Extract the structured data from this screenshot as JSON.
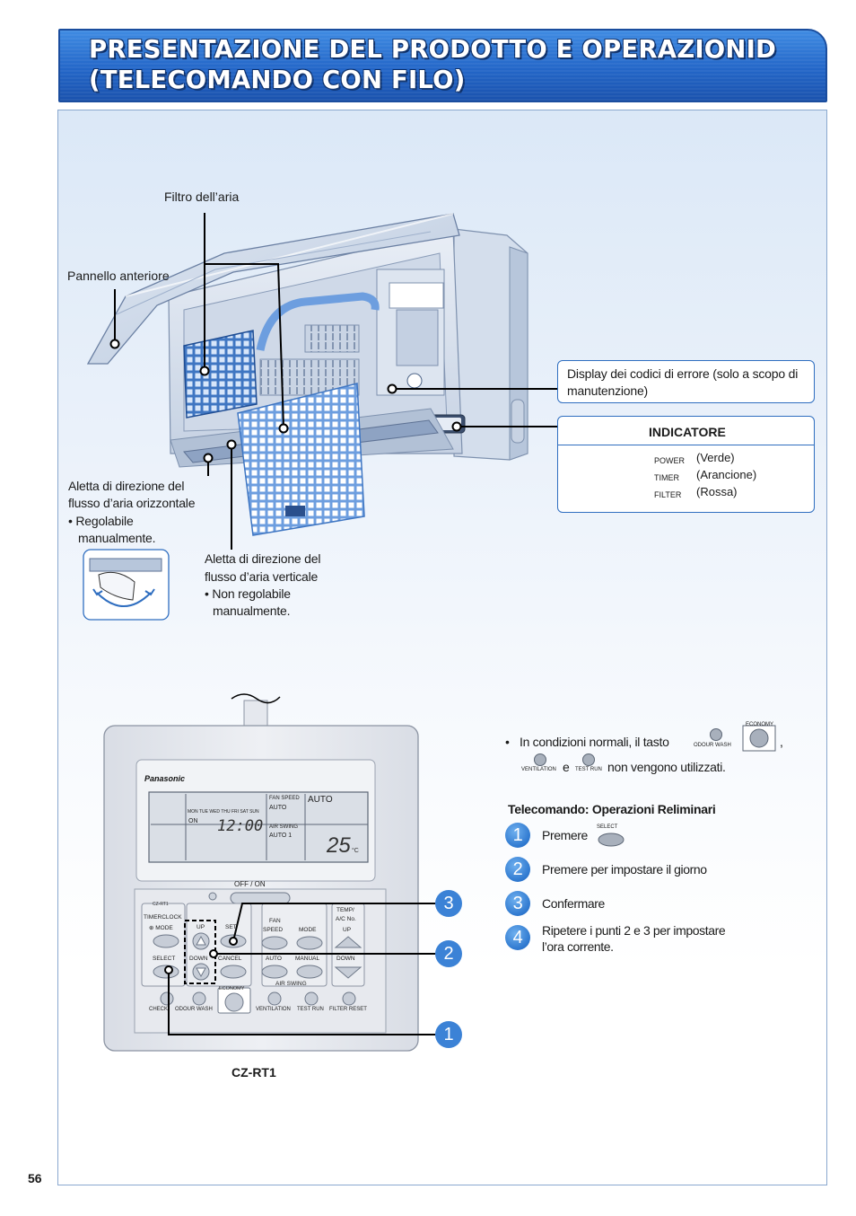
{
  "header": {
    "title_line1": "PRESENTAZIONE DEL PRODOTTO E OPERAZIONID",
    "title_line2": "(TELECOMANDO CON FILO)"
  },
  "unit_labels": {
    "filtro": "Filtro dell’aria",
    "pannello": "Pannello anteriore",
    "aletta_oriz_1": "Aletta di direzione del",
    "aletta_oriz_2": "flusso d’aria orizzontale",
    "aletta_oriz_3": "•  Regolabile",
    "aletta_oriz_4": "manualmente.",
    "aletta_vert_1": "Aletta di direzione del",
    "aletta_vert_2": "flusso d’aria verticale",
    "aletta_vert_3": "• Non regolabile",
    "aletta_vert_4": "manualmente."
  },
  "error_display": {
    "line1": "Display dei codici di errore (solo a scopo di",
    "line2": "manutenzione)"
  },
  "indicator": {
    "title": "INDICATORE",
    "rows": [
      {
        "name": "POWER",
        "color_label": "(Verde)"
      },
      {
        "name": "TIMER",
        "color_label": "(Arancione)"
      },
      {
        "name": "FILTER",
        "color_label": "(Rossa)"
      }
    ]
  },
  "remote": {
    "brand": "Panasonic",
    "model_corner": "CZ-RT1",
    "model_caption": "CZ-RT1",
    "lcd": {
      "days": "MON TUE WED THU  FRI  SAT  SUN",
      "on": "ON",
      "clock": "12:00",
      "fan_speed": "FAN SPEED",
      "fan_auto": "AUTO",
      "mode_auto": "AUTO",
      "air_swing": "AIR SWING",
      "air_swing_val": "AUTO 1",
      "temp": "25",
      "temp_unit": "°C"
    },
    "buttons": {
      "offon": "OFF / ON",
      "timerclock": "TIMERCLOCK",
      "mode_small": "⊕ MODE",
      "select": "SELECT",
      "up": "UP",
      "down": "DOWN",
      "set": "SET",
      "cancel": "CANCEL",
      "fan_speed_1": "FAN",
      "fan_speed_2": "SPEED",
      "mode": "MODE",
      "temp_1": "TEMP/",
      "temp_2": "A/C No.",
      "temp_up": "UP",
      "temp_down": "DOWN",
      "auto": "AUTO",
      "manual": "MANUAL",
      "air_swing": "AIR SWING",
      "economy": "ECONOMY",
      "check": "CHECK",
      "odour_wash": "ODOUR WASH",
      "ventilation": "VENTILATION",
      "test_run": "TEST RUN",
      "filter_reset": "FILTER RESET"
    },
    "callouts": [
      "3",
      "2",
      "1"
    ]
  },
  "notes": {
    "bullet": "•",
    "normal_1": "In condizioni normali, il tasto",
    "odour_wash": "ODOUR WASH",
    "economy": "ECONOMY",
    "comma": ",",
    "ventilation": "VENTILATION",
    "e": "e",
    "test_run": "TEST RUN",
    "normal_2": "non vengono utilizzati."
  },
  "steps": {
    "title": "Telecomando: Operazioni Reliminari",
    "select_tag": "SELECT",
    "items": [
      {
        "num": "1",
        "text": "Premere"
      },
      {
        "num": "2",
        "text": "Premere per impostare il giorno"
      },
      {
        "num": "3",
        "text": "Confermare"
      },
      {
        "num": "4",
        "text": "Ripetere i punti 2 e 3 per impostare",
        "text2": "l’ora corrente."
      }
    ]
  },
  "page": {
    "number": "56"
  },
  "colors": {
    "accent": "#2366c8",
    "frame": "#8aa8cf",
    "indicator_bar": "#4a8ad8"
  }
}
